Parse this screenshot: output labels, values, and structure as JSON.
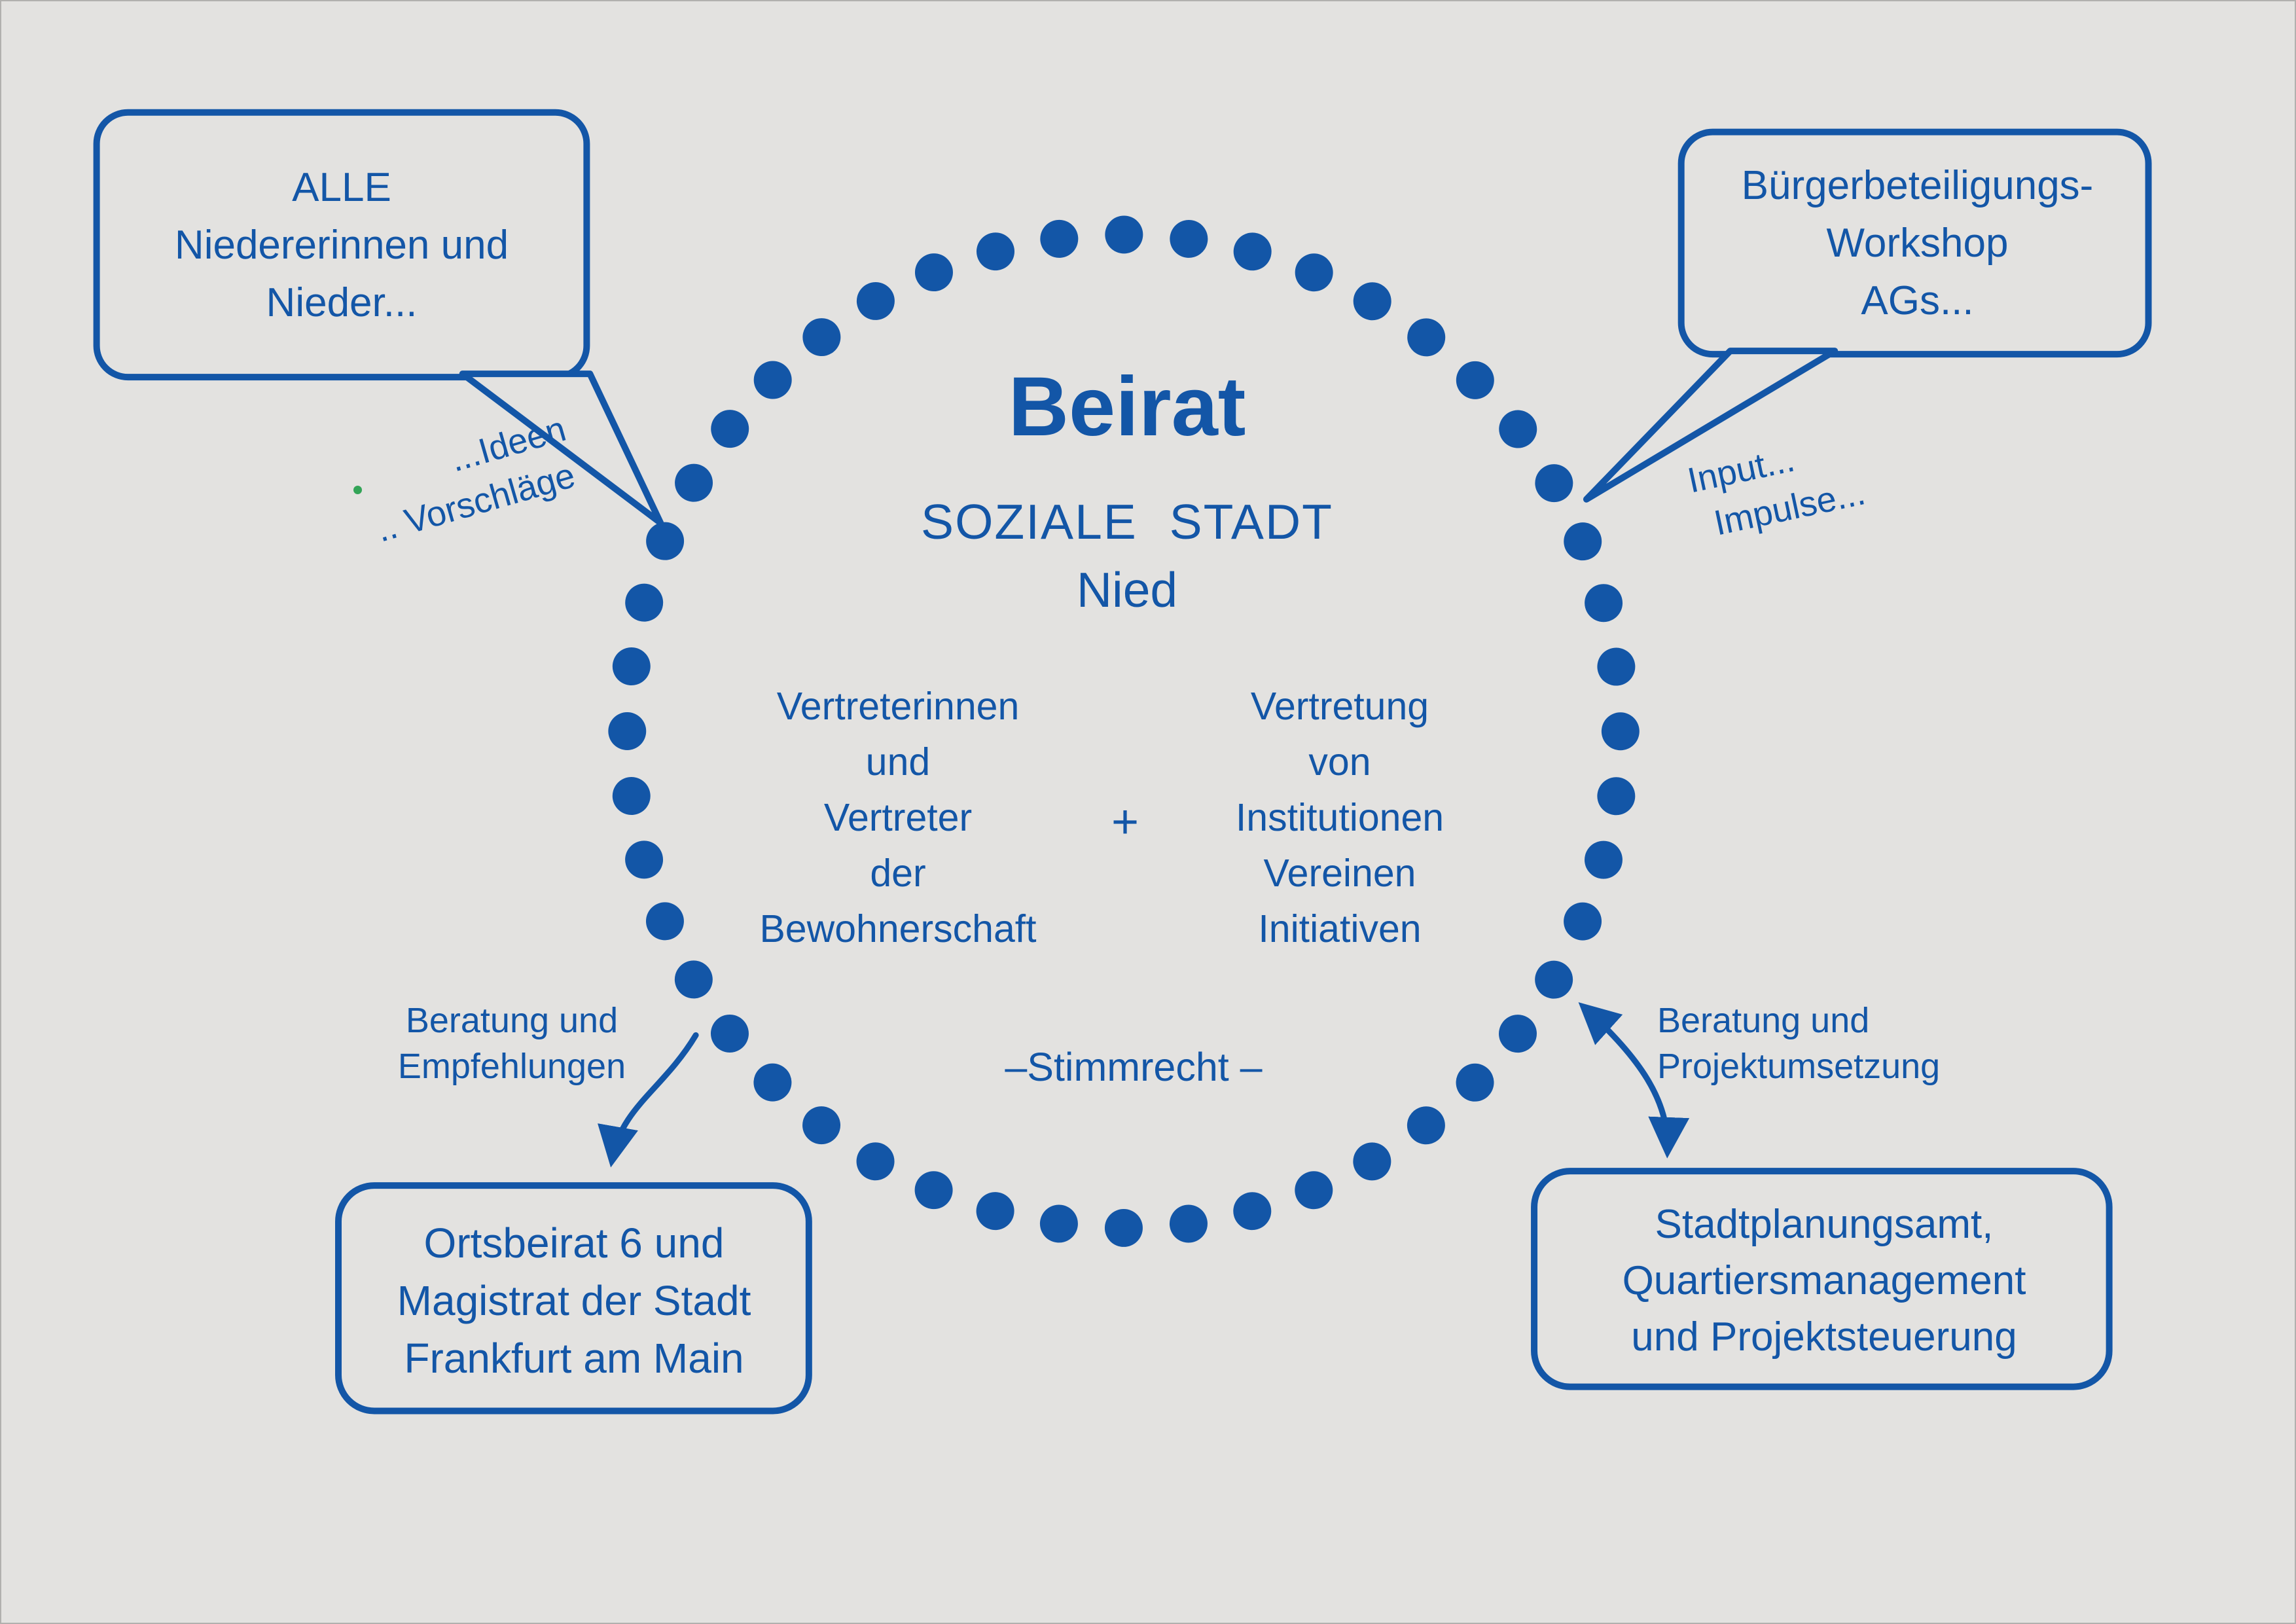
{
  "colors": {
    "background": "#e3e2e0",
    "accent": "#1356a7",
    "green": "#33a457"
  },
  "diagram": {
    "type": "circle-diagram",
    "dot_count": 48,
    "center": {
      "title": "Beirat",
      "subtitle": "SOZIALE STADT",
      "subtitle2": "Nied",
      "left_group": {
        "lines": [
          "Vertreterinnen",
          "und",
          "Vertreter",
          "der",
          "Bewohnerschaft"
        ]
      },
      "plus": "+",
      "right_group": {
        "lines": [
          "Vertretung",
          "von",
          "Institutionen",
          "Vereinen",
          "Initiativen"
        ]
      },
      "voting_note": "–Stimmrecht –"
    },
    "bubble_top_left": {
      "lines": [
        "ALLE",
        "Niedererinnen und",
        "Nieder..."
      ]
    },
    "bubble_top_right": {
      "lines": [
        "Bürgerbeteiligungs-",
        "Workshop",
        "AGs..."
      ]
    },
    "box_bottom_left": {
      "lines": [
        "Ortsbeirat 6 und",
        "Magistrat der Stadt",
        "Frankfurt am Main"
      ]
    },
    "box_bottom_right": {
      "lines": [
        "Stadtplanungsamt,",
        "Quartiersmanagement",
        "und Projektsteuerung"
      ]
    },
    "note_ideas": {
      "line1": "...Ideen",
      "line2": ".. Vorschläge"
    },
    "note_input": {
      "line1": "Input...",
      "line2": "Impulse..."
    },
    "label_left": {
      "line1": "Beratung und",
      "line2": "Empfehlungen"
    },
    "label_right": {
      "line1": "Beratung und",
      "line2": "Projektumsetzung"
    }
  }
}
